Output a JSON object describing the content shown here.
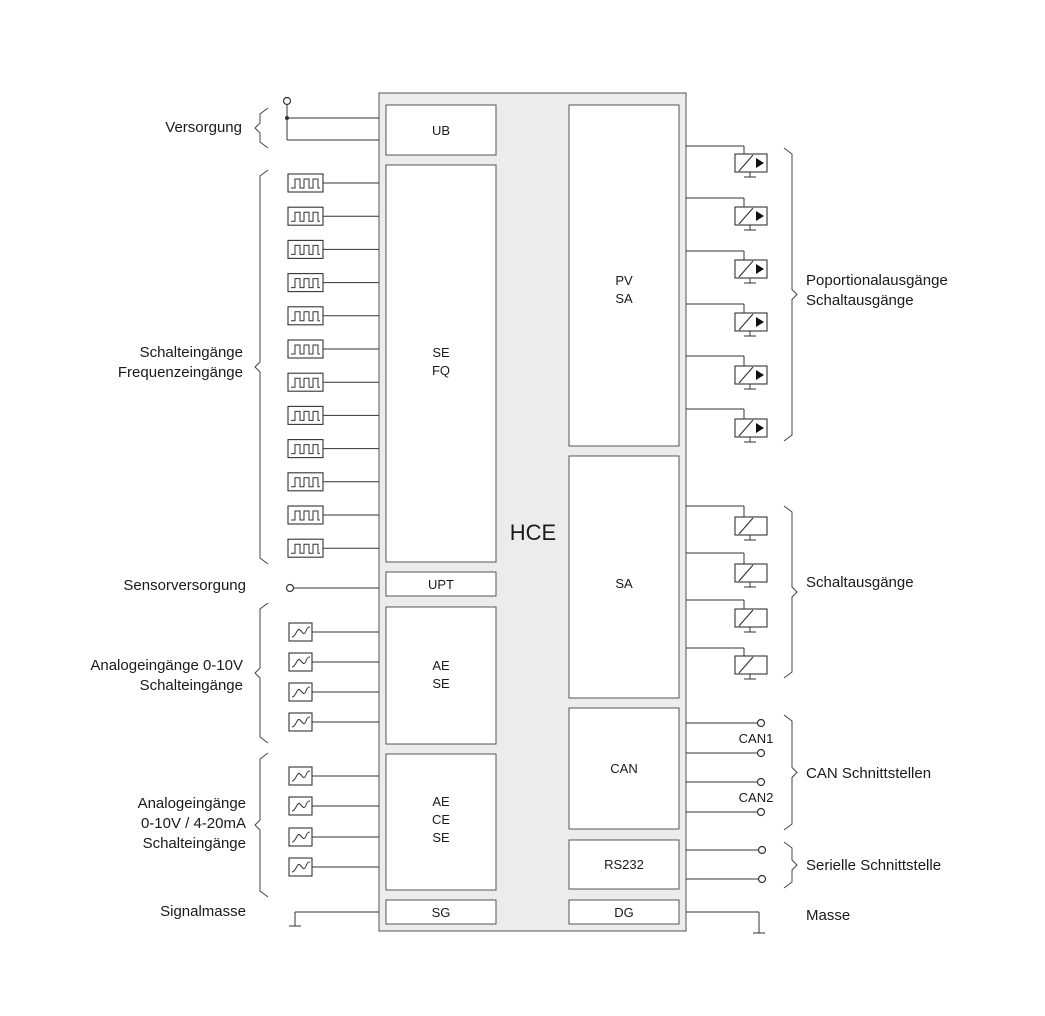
{
  "title": "HCE",
  "left_labels": {
    "supply": "Versorgung",
    "switch_inputs_1": "Schalteingänge",
    "switch_inputs_2": "Frequenzeingänge",
    "sensor_supply": "Sensorversorgung",
    "analog1_line1": "Analogeingänge 0-10V",
    "analog1_line2": "Schalteingänge",
    "analog2_line1": "Analogeingänge",
    "analog2_line2": "0-10V / 4-20mA",
    "analog2_line3": "Schalteingänge",
    "signal_ground": "Signalmasse"
  },
  "right_labels": {
    "prop_1": "Poportionalausgänge",
    "prop_2": "Schaltausgänge",
    "switch_outputs": "Schaltausgänge",
    "can_interfaces": "CAN Schnittstellen",
    "can1": "CAN1",
    "can2": "CAN2",
    "serial": "Serielle Schnittstelle",
    "ground": "Masse"
  },
  "blocks": {
    "ub": "UB",
    "se_1": "SE",
    "se_2": "FQ",
    "upt": "UPT",
    "ae1_1": "AE",
    "ae1_2": "SE",
    "ae2_1": "AE",
    "ae2_2": "CE",
    "ae2_3": "SE",
    "sg": "SG",
    "pv_1": "PV",
    "pv_2": "SA",
    "sa": "SA",
    "can": "CAN",
    "rs232": "RS232",
    "dg": "DG"
  }
}
